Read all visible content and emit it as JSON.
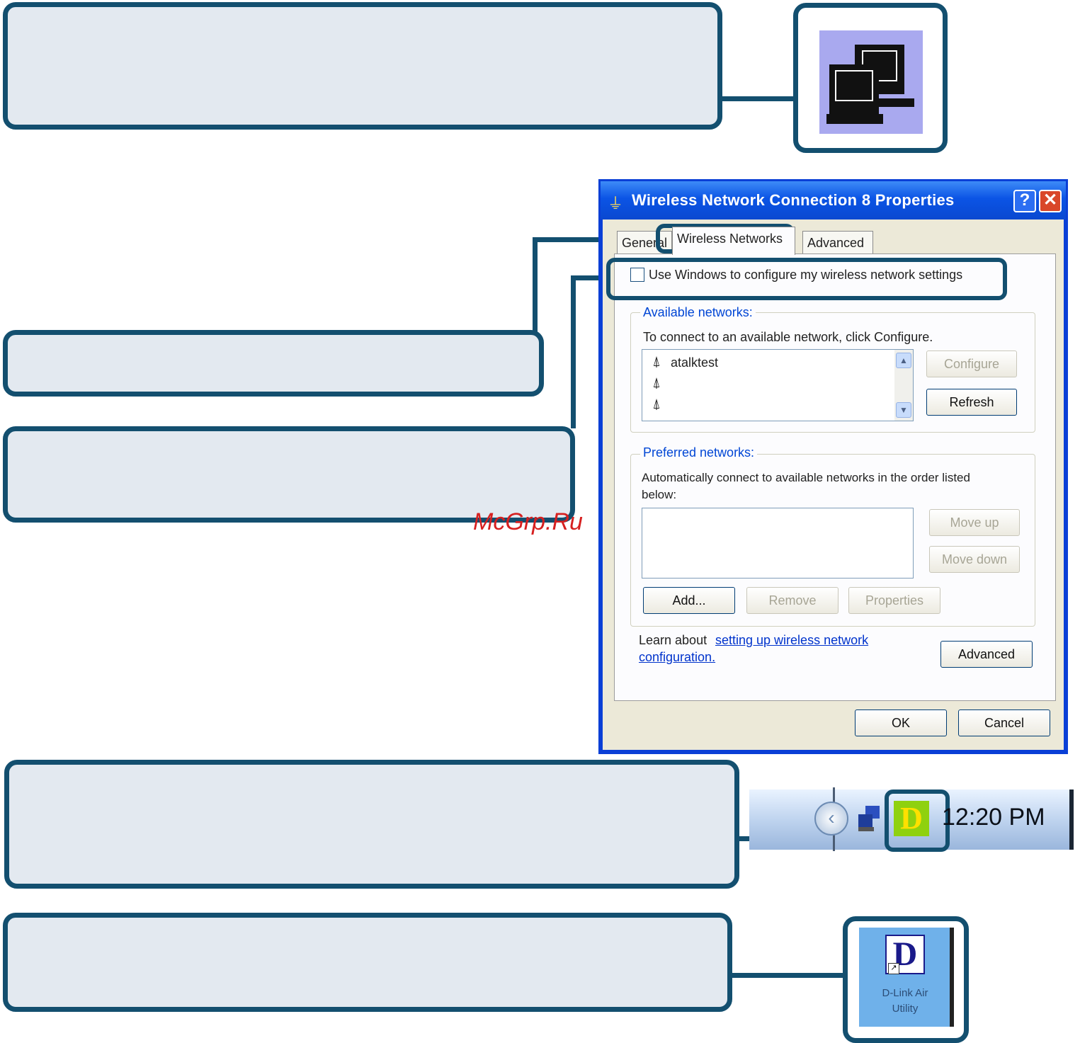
{
  "dialog": {
    "title": "Wireless Network Connection 8 Properties",
    "help_symbol": "?",
    "close_symbol": "✕",
    "tabs": [
      "General",
      "Wireless Networks",
      "Advanced"
    ],
    "use_windows_checkbox": "Use Windows to configure my wireless network settings",
    "available": {
      "label": "Available networks:",
      "description": "To connect to an available network, click Configure.",
      "networks": [
        "atalktest",
        "",
        ""
      ],
      "configure_button": "Configure",
      "refresh_button": "Refresh"
    },
    "preferred": {
      "label": "Preferred networks:",
      "description_line1": "Automatically connect to available networks in the order listed",
      "description_line2": "below:",
      "move_up_button": "Move up",
      "move_down_button": "Move down",
      "add_button": "Add...",
      "remove_button": "Remove",
      "properties_button": "Properties"
    },
    "learn_about_prefix": "Learn about",
    "learn_about_link1": "setting up wireless network",
    "learn_about_link2": "configuration.",
    "advanced_button": "Advanced",
    "ok_button": "OK",
    "cancel_button": "Cancel"
  },
  "tray": {
    "clock": "12:20 PM",
    "utility_icon_letter": "D"
  },
  "desktop_icon": {
    "letter": "D",
    "label_line1": "D-Link Air",
    "label_line2": "Utility"
  },
  "watermark": "McGrp.Ru",
  "colors": {
    "callout_border": "#134f6f",
    "callout_fill": "#e3e9f0",
    "dialog_frame": "#0a3fd6",
    "tray_icon_green": "#8fd10f"
  }
}
